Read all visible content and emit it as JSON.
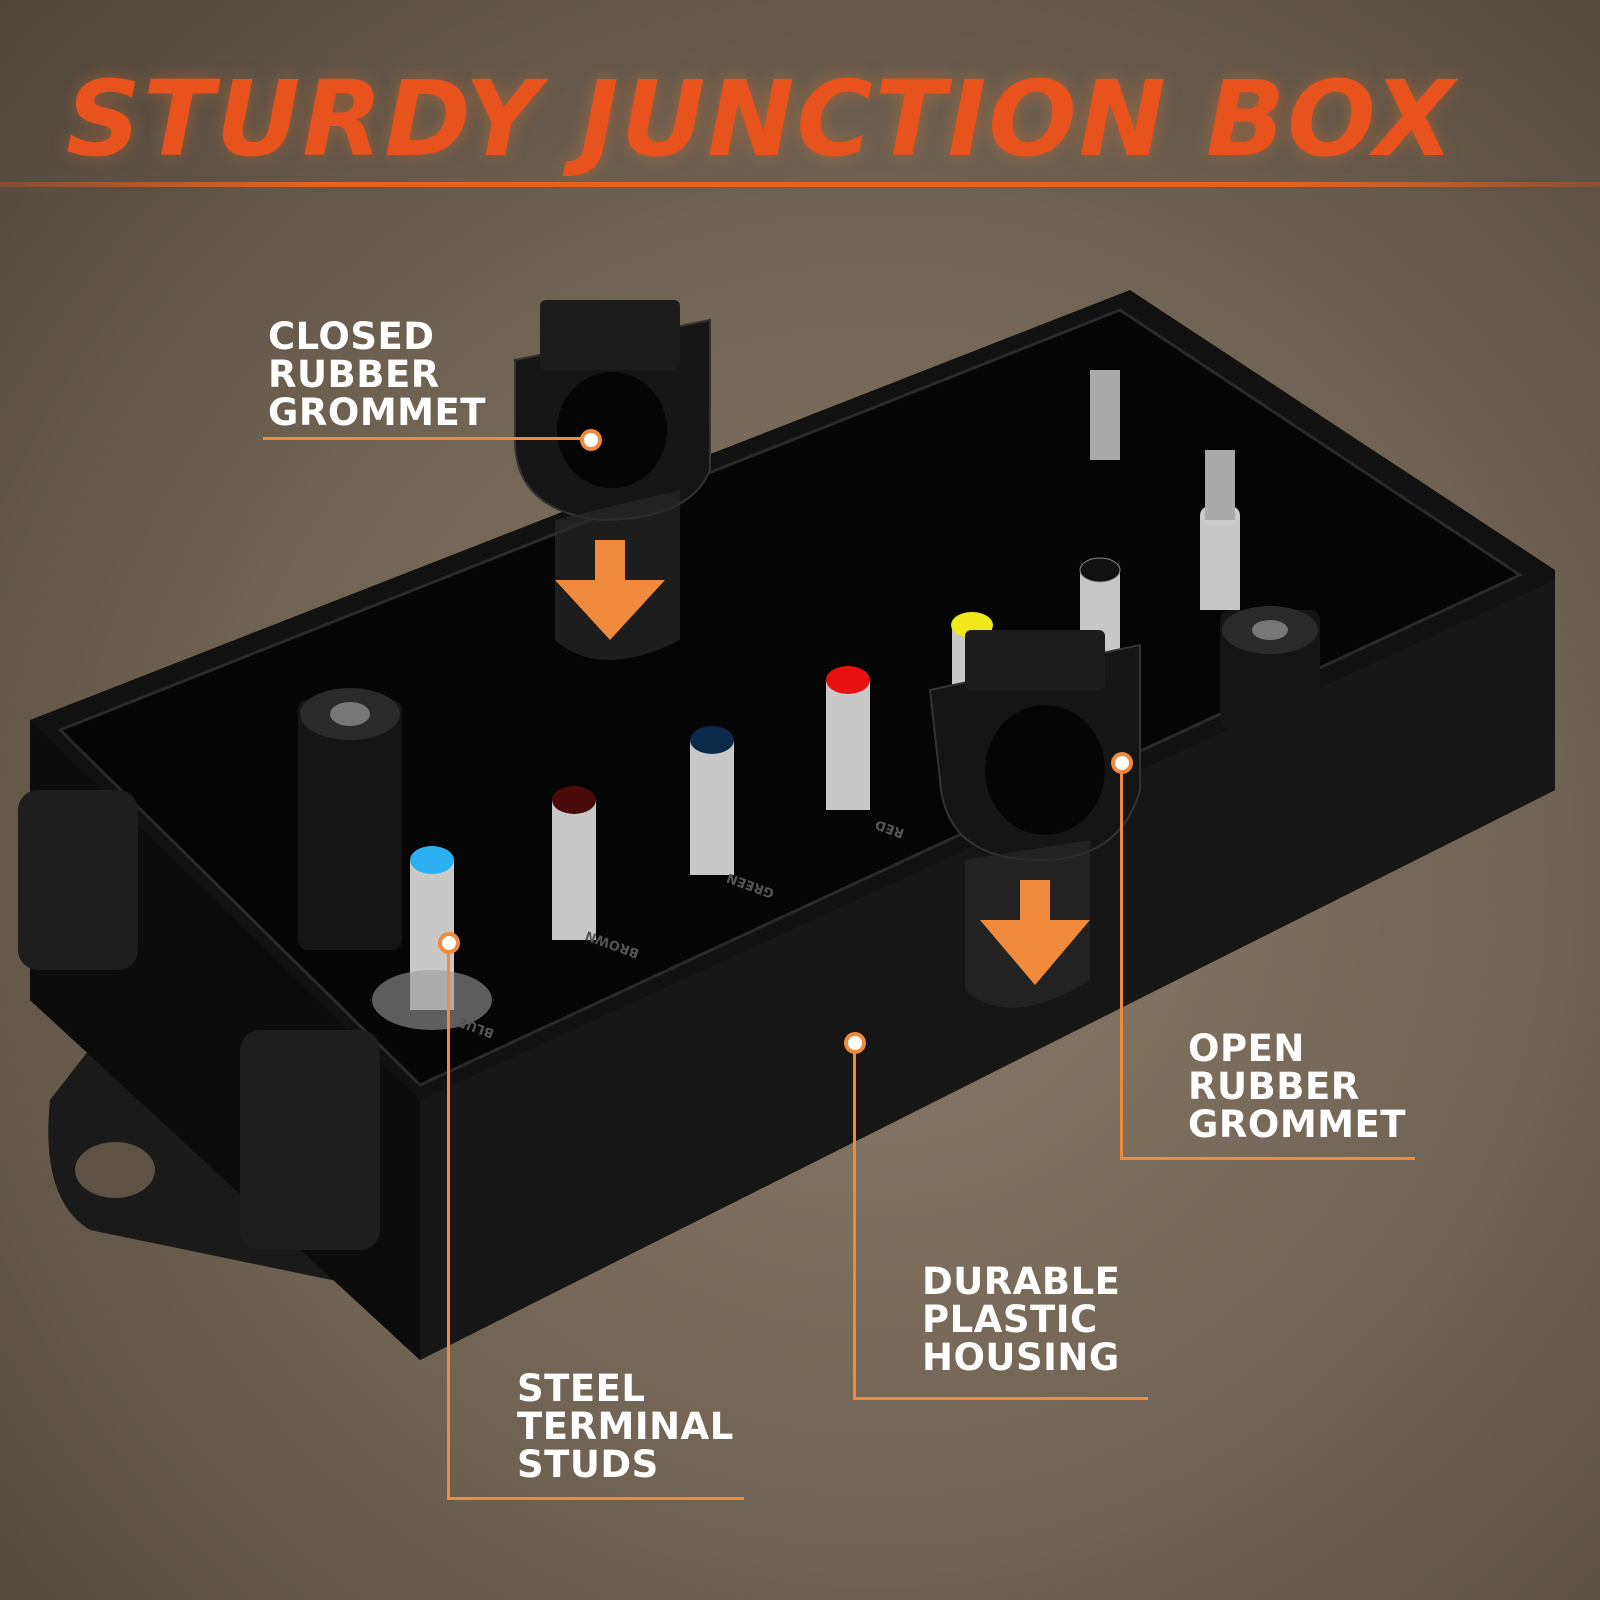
{
  "title": "STURDY JUNCTION BOX",
  "callouts": {
    "closed_grommet": [
      "CLOSED",
      "RUBBER",
      "GROMMET"
    ],
    "open_grommet": [
      "OPEN",
      "RUBBER",
      "GROMMET"
    ],
    "housing": [
      "DURABLE",
      "PLASTIC",
      "HOUSING"
    ],
    "studs": [
      "STEEL",
      "TERMINAL",
      "STUDS"
    ]
  },
  "terminal_labels": [
    "BLUE",
    "BROWN",
    "GREEN",
    "RED"
  ],
  "colors": {
    "accent": "#e8521c",
    "line": "#f08a3c",
    "stud_caps": [
      "#2ab0f0",
      "#4a0a0a",
      "#0b2a4a",
      "#e81010",
      "#f0e81a",
      "#111111",
      "#cccccc"
    ]
  }
}
